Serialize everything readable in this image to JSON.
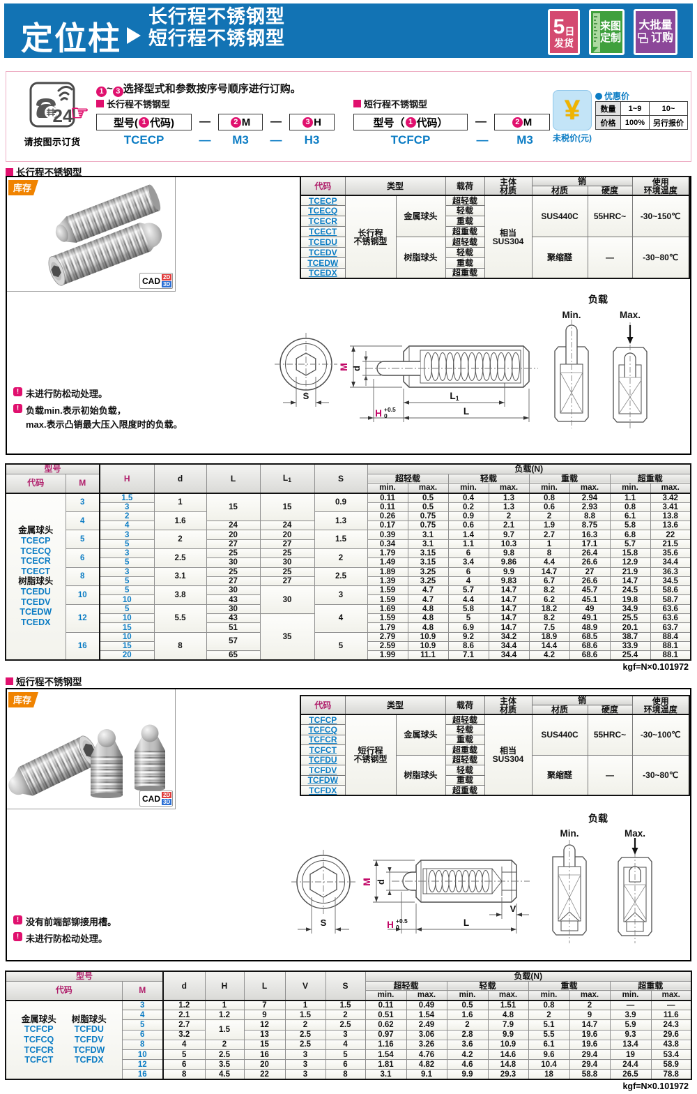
{
  "accent": {
    "banner_blue": "#1273b4",
    "magenta": "#e0106e",
    "header_magenta": "#b01f6b",
    "link_blue": "#0b7cc4",
    "stock_orange": "#f08300"
  },
  "banner": {
    "title": "定位柱",
    "subtitle_line1": "长行程不锈钢型",
    "subtitle_line2": "短行程不锈钢型",
    "badge_ship": {
      "num": "5",
      "unit": "日",
      "bottom": "发货"
    },
    "badge_custom": {
      "line1": "来图",
      "line2": "定制"
    },
    "badge_bulk": {
      "line1": "大批量",
      "line2": "订购"
    }
  },
  "order": {
    "phone_caption": "请按图示订货",
    "instr_from": "1",
    "instr_tilde": "~",
    "instr_to": "3",
    "instruction": "选择型式和参数按序号顺序进行订购。",
    "dash": "—",
    "long": {
      "title": "长行程不锈钢型",
      "box1_pre": "型号(",
      "box1_circ": "1",
      "box1_post": "代码)",
      "box2_circ": "2",
      "box2_label": "M",
      "box3_circ": "3",
      "box3_label": "H",
      "ex1": "TCECP",
      "ex2": "M3",
      "ex3": "H3"
    },
    "short": {
      "title": "短行程不锈钢型",
      "box1_pre": "型号（",
      "box1_circ": "1",
      "box1_post": "代码）",
      "box2_circ": "2",
      "box2_label": "M",
      "ex1": "TCFCP",
      "ex2": "M3"
    },
    "price": {
      "yen": "¥",
      "caption": "未税价(元)",
      "legend": "优惠价",
      "qty_label": "数量",
      "qty_1": "1~9",
      "qty_2": "10~",
      "price_label": "价格",
      "price_1": "100%",
      "price_2": "另行报价"
    }
  },
  "sections": [
    {
      "title": "长行程不锈钢型",
      "stock": "库存",
      "cad": {
        "label": "CAD",
        "d2": "2D",
        "d3": "3D"
      },
      "spec": {
        "h_code": "代码",
        "h_type": "类型",
        "h_load": "载荷",
        "h_body1": "主体",
        "h_body2": "材质",
        "h_pin": "销",
        "h_pin_mat": "材质",
        "h_pin_hard": "硬度",
        "h_temp1": "使用",
        "h_temp2": "环境温度",
        "type_l1": "长行程",
        "type_l2": "不锈钢型",
        "body_l1": "相当",
        "body_l2": "SUS304",
        "balls": [
          "金属球头",
          "树脂球头"
        ],
        "codes": [
          "TCECP",
          "TCECQ",
          "TCECR",
          "TCECT",
          "TCEDU",
          "TCEDV",
          "TCEDW",
          "TCEDX"
        ],
        "loads": [
          "超轻载",
          "轻载",
          "重载",
          "超重载",
          "超轻载",
          "轻载",
          "重载",
          "超重载"
        ],
        "pin_mats": [
          "SUS440C",
          "聚缩醛"
        ],
        "hards": [
          "55HRC~",
          "—"
        ],
        "temps": [
          "-30~150℃",
          "-30~80℃"
        ]
      },
      "notes": [
        "未进行防松动处理。",
        "负载min.表示初始负载，"
      ],
      "note_cont": "max.表示凸销最大压入限度时的负载。",
      "dwg": {
        "S": "S",
        "M": "M",
        "d": "d",
        "L1": "L",
        "L1sub": "1",
        "L": "L",
        "H": "H",
        "tol_up": "+0.5",
        "tol_dn": "0",
        "load": "负载",
        "min": "Min.",
        "max": "Max."
      }
    },
    {
      "title": "短行程不锈钢型",
      "stock": "库存",
      "cad": {
        "label": "CAD",
        "d2": "2D",
        "d3": "3D"
      },
      "spec": {
        "h_code": "代码",
        "h_type": "类型",
        "h_load": "载荷",
        "h_body1": "主体",
        "h_body2": "材质",
        "h_pin": "销",
        "h_pin_mat": "材质",
        "h_pin_hard": "硬度",
        "h_temp1": "使用",
        "h_temp2": "环境温度",
        "type_l1": "短行程",
        "type_l2": "不锈钢型",
        "body_l1": "相当",
        "body_l2": "SUS304",
        "balls": [
          "金属球头",
          "树脂球头"
        ],
        "codes": [
          "TCFCP",
          "TCFCQ",
          "TCFCR",
          "TCFCT",
          "TCFDU",
          "TCFDV",
          "TCFDW",
          "TCFDX"
        ],
        "loads": [
          "超轻载",
          "轻载",
          "重载",
          "超重载",
          "超轻载",
          "轻载",
          "重载",
          "超重载"
        ],
        "pin_mats": [
          "SUS440C",
          "聚缩醛"
        ],
        "hards": [
          "55HRC~",
          "—"
        ],
        "temps": [
          "-30~100℃",
          "-30~80℃"
        ]
      },
      "notes": [
        "没有前端部铆接用槽。",
        "未进行防松动处理。"
      ],
      "note_cont": "",
      "dwg": {
        "S": "S",
        "M": "M",
        "d": "d",
        "L": "L",
        "V": "V",
        "H": "H",
        "tol_up": "+0.5",
        "tol_dn": "0",
        "load": "负载",
        "min": "Min.",
        "max": "Max."
      }
    }
  ],
  "table_long": {
    "h_model": "型号",
    "h_code": "代码",
    "h_m": "M",
    "h_h": "H",
    "h_d": "d",
    "h_l": "L",
    "h_l1": "L",
    "h_l1sub": "1",
    "h_s": "S",
    "h_load": "负载(N)",
    "load_groups": [
      "超轻载",
      "轻载",
      "重载",
      "超重载"
    ],
    "h_min": "min.",
    "h_max": "max.",
    "left_metal": "金属球头",
    "left_metal_codes": [
      "TCECP",
      "TCECQ",
      "TCECR",
      "TCECT"
    ],
    "left_resin": "树脂球头",
    "left_resin_codes": [
      "TCEDU",
      "TCEDV",
      "TCEDW",
      "TCEDX"
    ],
    "rows": [
      [
        {
          "v": "3",
          "r": 2
        },
        "1.5",
        {
          "v": "1",
          "r": 2
        },
        {
          "v": "15",
          "r": 3
        },
        {
          "v": "15",
          "r": 3
        },
        {
          "v": "0.9",
          "r": 2
        },
        "0.11",
        "0.5",
        "0.4",
        "1.3",
        "0.8",
        "2.94",
        "1.1",
        "3.42"
      ],
      [
        null,
        "3",
        null,
        null,
        null,
        null,
        "0.11",
        "0.5",
        "0.2",
        "1.3",
        "0.6",
        "2.93",
        "0.8",
        "3.41"
      ],
      [
        {
          "v": "4",
          "r": 2
        },
        "2",
        {
          "v": "1.6",
          "r": 2
        },
        null,
        null,
        {
          "v": "1.3",
          "r": 2
        },
        "0.26",
        "0.75",
        "0.9",
        "2",
        "2",
        "8.8",
        "6.1",
        "13.8"
      ],
      [
        null,
        "4",
        null,
        "24",
        "24",
        null,
        "0.17",
        "0.75",
        "0.6",
        "2.1",
        "1.9",
        "8.75",
        "5.8",
        "13.6"
      ],
      [
        {
          "v": "5",
          "r": 2
        },
        "3",
        {
          "v": "2",
          "r": 2
        },
        "20",
        "20",
        {
          "v": "1.5",
          "r": 2
        },
        "0.39",
        "3.1",
        "1.4",
        "9.7",
        "2.7",
        "16.3",
        "6.8",
        "22"
      ],
      [
        null,
        "5",
        null,
        "27",
        "27",
        null,
        "0.34",
        "3.1",
        "1.1",
        "10.3",
        "1",
        "17.1",
        "5.7",
        "21.5"
      ],
      [
        {
          "v": "6",
          "r": 2
        },
        "3",
        {
          "v": "2.5",
          "r": 2
        },
        "25",
        "25",
        {
          "v": "2",
          "r": 2
        },
        "1.79",
        "3.15",
        "6",
        "9.8",
        "8",
        "26.4",
        "15.8",
        "35.6"
      ],
      [
        null,
        "5",
        null,
        "30",
        "30",
        null,
        "1.49",
        "3.15",
        "3.4",
        "9.86",
        "4.4",
        "26.6",
        "12.9",
        "34.4"
      ],
      [
        {
          "v": "8",
          "r": 2
        },
        "3",
        {
          "v": "3.1",
          "r": 2
        },
        "25",
        "25",
        {
          "v": "2.5",
          "r": 2
        },
        "1.89",
        "3.25",
        "6",
        "9.9",
        "14.7",
        "27",
        "21.9",
        "36.3"
      ],
      [
        null,
        "5",
        null,
        "27",
        "27",
        null,
        "1.39",
        "3.25",
        "4",
        "9.83",
        "6.7",
        "26.6",
        "14.7",
        "34.5"
      ],
      [
        {
          "v": "10",
          "r": 2
        },
        "5",
        {
          "v": "3.8",
          "r": 2
        },
        "30",
        {
          "v": "30",
          "r": 3
        },
        {
          "v": "3",
          "r": 2
        },
        "1.59",
        "4.7",
        "5.7",
        "14.7",
        "8.2",
        "45.7",
        "24.5",
        "58.6"
      ],
      [
        null,
        "10",
        null,
        "43",
        null,
        null,
        "1.59",
        "4.7",
        "4.4",
        "14.7",
        "6.2",
        "45.1",
        "19.8",
        "58.7"
      ],
      [
        {
          "v": "12",
          "r": 3
        },
        "5",
        {
          "v": "5.5",
          "r": 3
        },
        "30",
        null,
        {
          "v": "4",
          "r": 3
        },
        "1.69",
        "4.8",
        "5.8",
        "14.7",
        "18.2",
        "49",
        "34.9",
        "63.6"
      ],
      [
        null,
        "10",
        null,
        "43",
        {
          "v": "35",
          "r": 5
        },
        null,
        "1.59",
        "4.8",
        "5",
        "14.7",
        "8.2",
        "49.1",
        "25.5",
        "63.6"
      ],
      [
        null,
        "15",
        null,
        "51",
        null,
        null,
        "1.79",
        "4.8",
        "6.9",
        "14.7",
        "7.5",
        "48.9",
        "20.1",
        "63.7"
      ],
      [
        {
          "v": "16",
          "r": 3
        },
        "10",
        {
          "v": "8",
          "r": 3
        },
        {
          "v": "57",
          "r": 2
        },
        null,
        {
          "v": "5",
          "r": 3
        },
        "2.79",
        "10.9",
        "9.2",
        "34.2",
        "18.9",
        "68.5",
        "38.7",
        "88.4"
      ],
      [
        null,
        "15",
        null,
        null,
        null,
        null,
        "2.59",
        "10.9",
        "8.6",
        "34.4",
        "14.4",
        "68.6",
        "33.9",
        "88.1"
      ],
      [
        null,
        "20",
        null,
        "65",
        null,
        null,
        "1.99",
        "11.1",
        "7.1",
        "34.4",
        "4.2",
        "68.6",
        "25.4",
        "88.1"
      ]
    ],
    "footnote": "kgf=N×0.101972"
  },
  "table_short": {
    "h_model": "型号",
    "h_code": "代码",
    "h_m": "M",
    "h_d": "d",
    "h_h": "H",
    "h_l": "L",
    "h_v": "V",
    "h_s": "S",
    "h_load": "负载(N)",
    "load_groups": [
      "超轻载",
      "轻载",
      "重载",
      "超重载"
    ],
    "h_min": "min.",
    "h_max": "max.",
    "left_metal": "金属球头",
    "left_resin": "树脂球头",
    "left_metal_codes": [
      "TCFCP",
      "TCFCQ",
      "TCFCR",
      "TCFCT"
    ],
    "left_resin_codes": [
      "TCFDU",
      "TCFDV",
      "TCFDW",
      "TCFDX"
    ],
    "rows": [
      [
        "3",
        "1.2",
        "1",
        "7",
        "1",
        "1.5",
        "0.11",
        "0.49",
        "0.5",
        "1.51",
        "0.8",
        "2",
        "—",
        "—"
      ],
      [
        "4",
        "2.1",
        "1.2",
        "9",
        "1.5",
        "2",
        "0.51",
        "1.54",
        "1.6",
        "4.8",
        "2",
        "9",
        "3.9",
        "11.6"
      ],
      [
        "5",
        "2.7",
        {
          "v": "1.5",
          "r": 2
        },
        "12",
        "2",
        "2.5",
        "0.62",
        "2.49",
        "2",
        "7.9",
        "5.1",
        "14.7",
        "5.9",
        "24.3"
      ],
      [
        "6",
        "3.2",
        null,
        "13",
        "2.5",
        "3",
        "0.97",
        "3.06",
        "2.8",
        "9.9",
        "5.5",
        "19.6",
        "9.3",
        "29.6"
      ],
      [
        "8",
        "4",
        "2",
        "15",
        "2.5",
        "4",
        "1.16",
        "3.26",
        "3.6",
        "10.9",
        "6.1",
        "19.6",
        "13.4",
        "43.8"
      ],
      [
        "10",
        "5",
        "2.5",
        "16",
        "3",
        "5",
        "1.54",
        "4.76",
        "4.2",
        "14.6",
        "9.6",
        "29.4",
        "19",
        "53.4"
      ],
      [
        "12",
        "6",
        "3.5",
        "20",
        "3",
        "6",
        "1.81",
        "4.82",
        "4.6",
        "14.8",
        "10.4",
        "29.4",
        "24.4",
        "58.9"
      ],
      [
        "16",
        "8",
        "4.5",
        "22",
        "3",
        "8",
        "3.1",
        "9.1",
        "9.9",
        "29.3",
        "18",
        "58.8",
        "26.5",
        "78.8"
      ]
    ],
    "footnote": "kgf=N×0.101972"
  }
}
